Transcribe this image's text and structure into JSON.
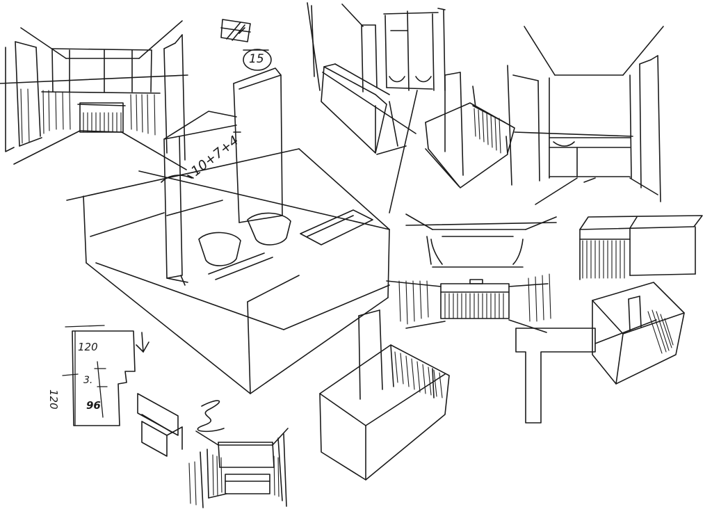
{
  "annotations": {
    "dimension_formula": "10+7+4",
    "detail_number": "15",
    "dim_top": "120",
    "dim_side": "120",
    "dim_middle": "3.",
    "dim_bottom": "96"
  },
  "colors": {
    "ink": "#1a1a1a",
    "paper": "#ffffff"
  }
}
